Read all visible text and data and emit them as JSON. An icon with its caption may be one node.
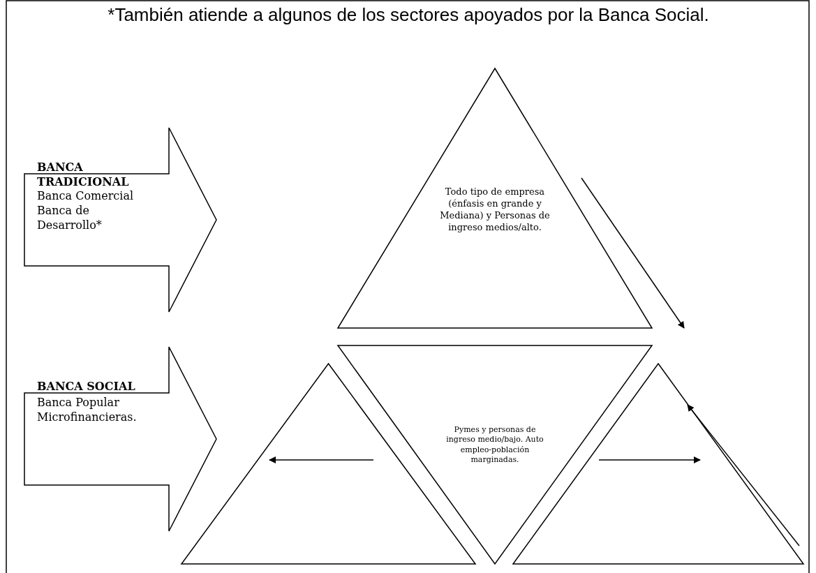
{
  "diagram": {
    "nodes": [
      {
        "text": [
          "BANCA TRADICIONAL",
          "Banca Comercial Banca de Desarrollo*"
        ]
      },
      {
        "text": [
          "BANCA SOCIAL",
          "Banca Popular Microfinancieras."
        ]
      },
      {
        "text": [
          "Todo tipo de empresa (énfasis en grande y Mediana) y Personas de ingreso medios/alto."
        ]
      },
      {
        "text": [],
        "shape": "triangle"
      },
      {
        "text": [
          "Pymes y personas de ingreso medio/bajo. Auto empleo-población marginadas."
        ]
      },
      {
        "text": [],
        "shape": "triangle"
      }
    ],
    "edges": [],
    "labels": [
      "*También atiende a algunos de los sectores apoyados por la Banca Social."
    ]
  }
}
